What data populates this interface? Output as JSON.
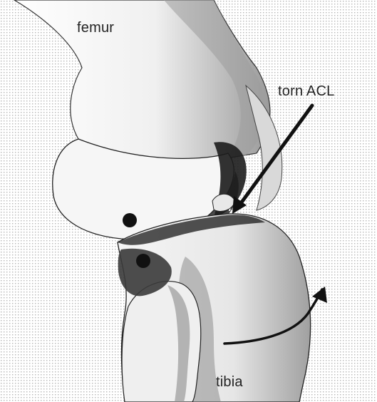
{
  "labels": {
    "femur": "femur",
    "torn_acl": "torn ACL",
    "tibia": "tibia"
  },
  "colors": {
    "background": "#ffffff",
    "dot_pattern": "#b8b8b8",
    "bone_fill": "#f4f4f4",
    "shading": "#8a8a8a",
    "ink": "#1a1a1a"
  }
}
